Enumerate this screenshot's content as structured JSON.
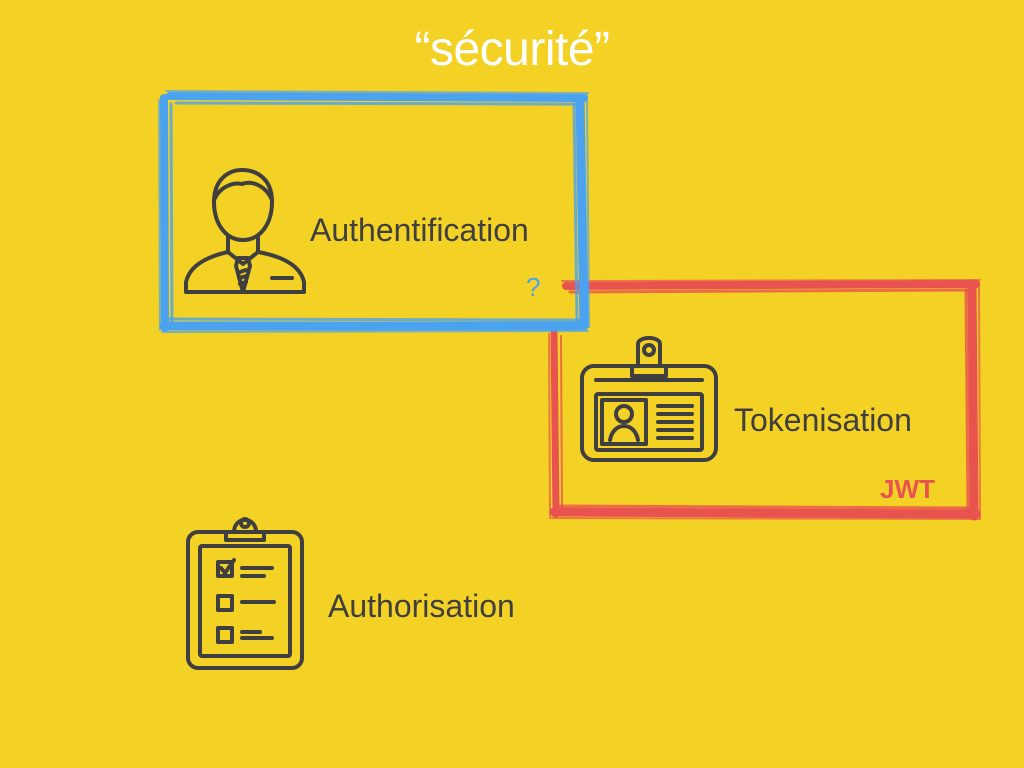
{
  "title": "“sécurité”",
  "items": [
    {
      "label": "Authentification",
      "mark": "?",
      "icon": "user-icon",
      "frame_color": "#4BA3F0"
    },
    {
      "label": "Tokenisation",
      "mark": "JWT",
      "icon": "id-badge-icon",
      "frame_color": "#E8534F"
    },
    {
      "label": "Authorisation",
      "icon": "clipboard-checklist-icon"
    }
  ],
  "colors": {
    "background": "#F4D225",
    "title": "#FFFFFF",
    "text": "#3F3F3F",
    "blue": "#4BA3F0",
    "red": "#E8534F"
  }
}
